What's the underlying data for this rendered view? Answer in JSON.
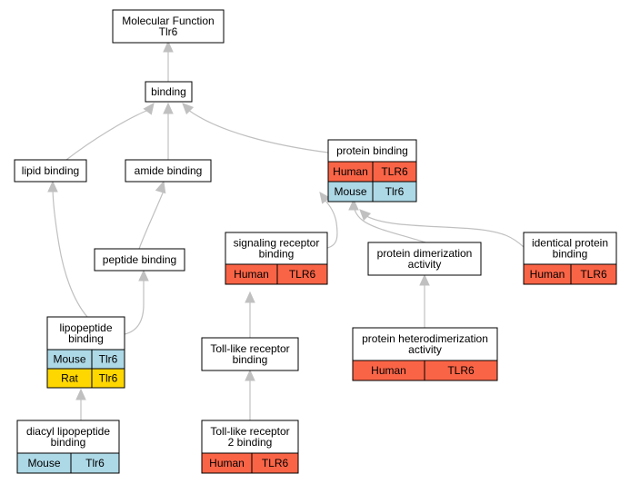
{
  "colors": {
    "human": "#fa6446",
    "mouse": "#add8e6",
    "rat": "#ffd700",
    "edge": "#c0c0c0",
    "border": "#000000"
  },
  "nodes": {
    "root": {
      "lines": [
        "Molecular Function",
        "Tlr6"
      ]
    },
    "binding": {
      "lines": [
        "binding"
      ]
    },
    "lipid_binding": {
      "lines": [
        "lipid binding"
      ]
    },
    "amide_binding": {
      "lines": [
        "amide binding"
      ]
    },
    "protein_binding": {
      "lines": [
        "protein binding"
      ],
      "rows": [
        {
          "species": "Human",
          "gene": "TLR6",
          "color": "human"
        },
        {
          "species": "Mouse",
          "gene": "Tlr6",
          "color": "mouse"
        }
      ]
    },
    "peptide_binding": {
      "lines": [
        "peptide binding"
      ]
    },
    "signaling_receptor_binding": {
      "lines": [
        "signaling receptor",
        "binding"
      ],
      "rows": [
        {
          "species": "Human",
          "gene": "TLR6",
          "color": "human"
        }
      ]
    },
    "protein_dimerization_activity": {
      "lines": [
        "protein dimerization",
        "activity"
      ]
    },
    "identical_protein_binding": {
      "lines": [
        "identical protein",
        "binding"
      ],
      "rows": [
        {
          "species": "Human",
          "gene": "TLR6",
          "color": "human"
        }
      ]
    },
    "lipopeptide_binding": {
      "lines": [
        "lipopeptide",
        "binding"
      ],
      "rows": [
        {
          "species": "Mouse",
          "gene": "Tlr6",
          "color": "mouse"
        },
        {
          "species": "Rat",
          "gene": "Tlr6",
          "color": "rat"
        }
      ]
    },
    "toll_like_receptor_binding": {
      "lines": [
        "Toll-like receptor",
        "binding"
      ]
    },
    "protein_heterodimerization_activity": {
      "lines": [
        "protein heterodimerization",
        "activity"
      ],
      "rows": [
        {
          "species": "Human",
          "gene": "TLR6",
          "color": "human"
        }
      ]
    },
    "diacyl_lipopeptide_binding": {
      "lines": [
        "diacyl lipopeptide",
        "binding"
      ],
      "rows": [
        {
          "species": "Mouse",
          "gene": "Tlr6",
          "color": "mouse"
        }
      ]
    },
    "toll_like_receptor_2_binding": {
      "lines": [
        "Toll-like receptor",
        "2 binding"
      ],
      "rows": [
        {
          "species": "Human",
          "gene": "TLR6",
          "color": "human"
        }
      ]
    }
  },
  "edges": [
    {
      "from": "binding",
      "to": "root"
    },
    {
      "from": "lipid_binding",
      "to": "binding"
    },
    {
      "from": "amide_binding",
      "to": "binding"
    },
    {
      "from": "protein_binding",
      "to": "binding"
    },
    {
      "from": "peptide_binding",
      "to": "amide_binding"
    },
    {
      "from": "lipopeptide_binding",
      "to": "lipid_binding"
    },
    {
      "from": "lipopeptide_binding",
      "to": "peptide_binding"
    },
    {
      "from": "signaling_receptor_binding",
      "to": "protein_binding"
    },
    {
      "from": "protein_dimerization_activity",
      "to": "protein_binding"
    },
    {
      "from": "identical_protein_binding",
      "to": "protein_binding"
    },
    {
      "from": "toll_like_receptor_binding",
      "to": "signaling_receptor_binding"
    },
    {
      "from": "protein_heterodimerization_activity",
      "to": "protein_dimerization_activity"
    },
    {
      "from": "diacyl_lipopeptide_binding",
      "to": "lipopeptide_binding"
    },
    {
      "from": "toll_like_receptor_2_binding",
      "to": "toll_like_receptor_binding"
    }
  ]
}
